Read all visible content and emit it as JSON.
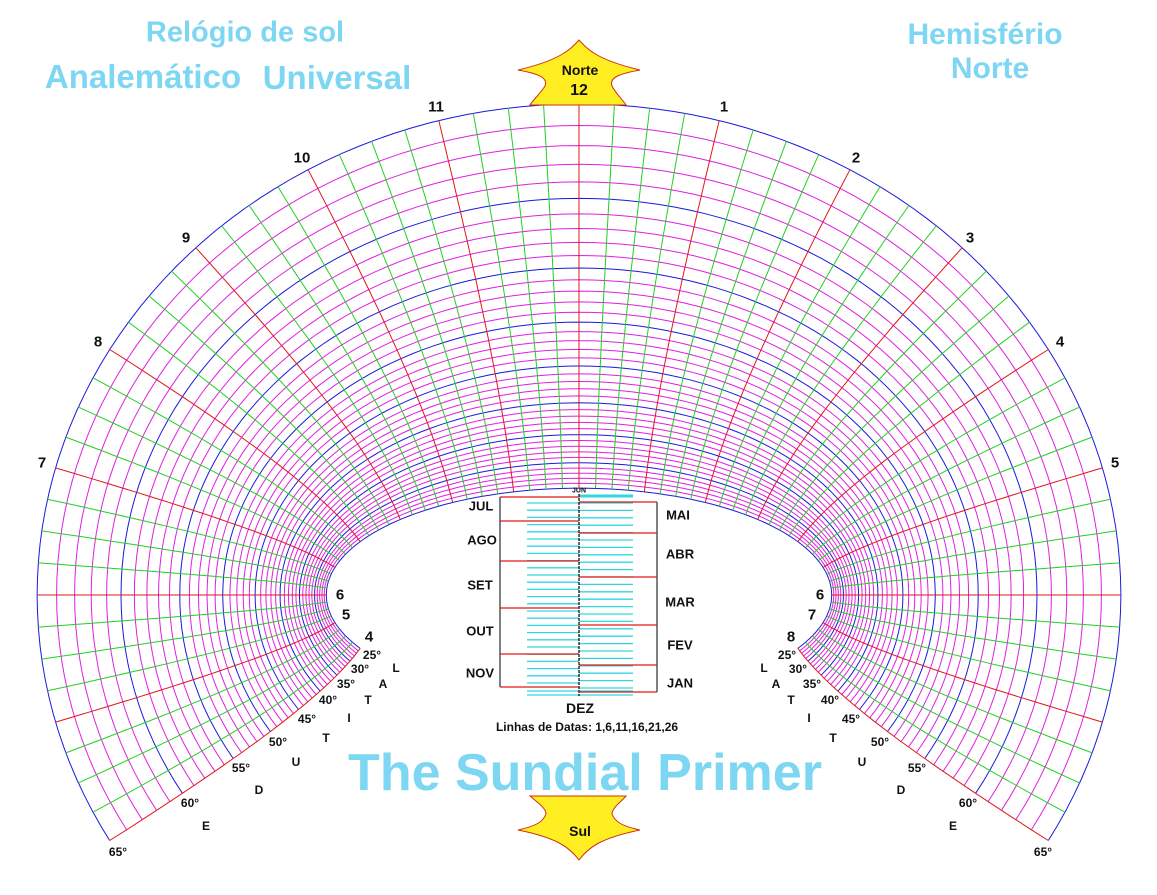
{
  "titles": {
    "line1": "Relógio de sol",
    "line2a": "Analemático",
    "line2b": "Universal",
    "hemisphere1": "Hemisfério",
    "hemisphere2": "Norte",
    "footer": "The Sundial Primer"
  },
  "arrows": {
    "north": "Norte",
    "south": "Sul"
  },
  "hours": {
    "noon": "12",
    "left": [
      "11",
      "10",
      "9",
      "8",
      "7",
      "6",
      "5",
      "4"
    ],
    "right": [
      "1",
      "2",
      "3",
      "4",
      "5",
      "6",
      "7",
      "8"
    ]
  },
  "latitudes": [
    "25°",
    "30°",
    "35°",
    "40°",
    "45°",
    "50°",
    "55°",
    "60°",
    "65°"
  ],
  "latitude_word": [
    "L",
    "A",
    "T",
    "I",
    "T",
    "U",
    "D",
    "E"
  ],
  "date_scale": {
    "top_month": "JUN",
    "bottom_month": "DEZ",
    "left_months": [
      "JUL",
      "AGO",
      "SET",
      "OUT",
      "NOV"
    ],
    "right_months": [
      "MAI",
      "ABR",
      "MAR",
      "FEV",
      "JAN"
    ],
    "caption": "Linhas de Datas: 1,6,11,16,21,26"
  },
  "colors": {
    "title": "#7dd6f2",
    "latitude_major": "#1a1adb",
    "latitude_minor": "#e020e0",
    "hour_line": "#e01818",
    "quarter_line": "#22d022",
    "date_line": "#33d6e0",
    "arrow_fill": "#ffee22"
  }
}
